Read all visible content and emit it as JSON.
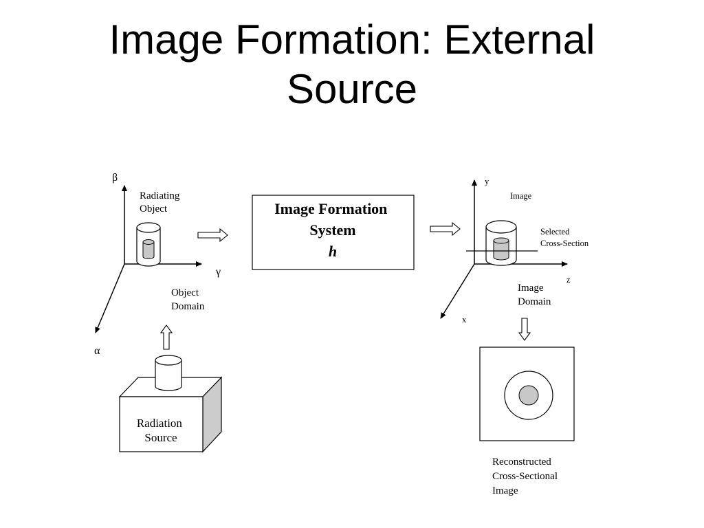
{
  "title": {
    "line1": "Image Formation: External",
    "line2": "Source"
  },
  "object_side": {
    "axis_beta": "β",
    "axis_gamma": "γ",
    "axis_alpha": "α",
    "radiating_object_line1": "Radiating",
    "radiating_object_line2": "Object",
    "object_domain_line1": "Object",
    "object_domain_line2": "Domain",
    "radiation_source_line1": "Radiation",
    "radiation_source_line2": "Source"
  },
  "system": {
    "line1": "Image Formation",
    "line2": "System",
    "symbol": "h"
  },
  "image_side": {
    "axis_y": "y",
    "axis_z": "z",
    "axis_x": "x",
    "image_label": "Image",
    "selected_line1": "Selected",
    "selected_line2": "Cross-Section",
    "image_domain_line1": "Image",
    "image_domain_line2": "Domain"
  },
  "reconstruction": {
    "line1": "Reconstructed",
    "line2": "Cross-Sectional",
    "line3": "Image"
  },
  "colors": {
    "stroke": "#000000",
    "gray_fill": "#c8c8c8",
    "box_side_fill": "#cccccc",
    "background": "#ffffff"
  }
}
